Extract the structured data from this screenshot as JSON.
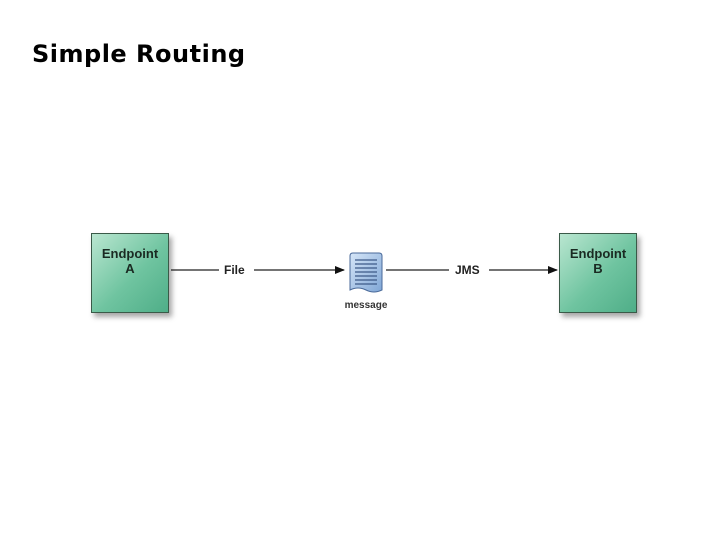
{
  "title": "Simple Routing",
  "diagram": {
    "endpoint_a": {
      "line1": "Endpoint",
      "line2": "A"
    },
    "endpoint_b": {
      "line1": "Endpoint",
      "line2": "B"
    },
    "edge_left_label": "File",
    "edge_right_label": "JMS",
    "message_label": "message",
    "node_color": "#6fc4a0",
    "message_color": "#a8c8ec"
  }
}
